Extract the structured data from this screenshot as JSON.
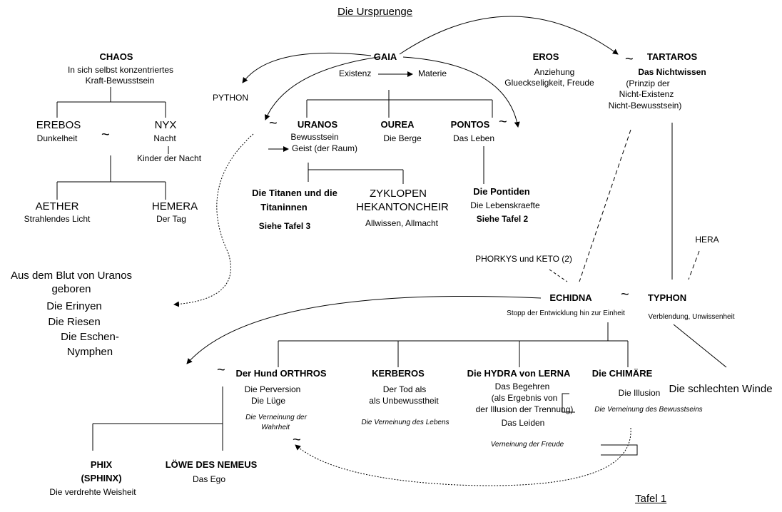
{
  "title": "Die Urspruenge",
  "footer": "Tafel 1",
  "tilde": "~",
  "chaos": {
    "name": "CHAOS",
    "desc1": "In sich selbst konzentriertes",
    "desc2": "Kraft-Bewusstsein"
  },
  "erebos": {
    "name": "EREBOS",
    "desc": "Dunkelheit"
  },
  "nyx": {
    "name": "NYX",
    "desc": "Nacht",
    "children": "Kinder der Nacht"
  },
  "aether": {
    "name": "AETHER",
    "desc": "Strahlendes Licht"
  },
  "hemera": {
    "name": "HEMERA",
    "desc": "Der Tag"
  },
  "gaia": {
    "name": "GAIA",
    "existenz": "Existenz",
    "materie": "Materie"
  },
  "python": "PYTHON",
  "eros": {
    "name": "EROS",
    "desc1": "Anziehung",
    "desc2": "Glueckseligkeit, Freude"
  },
  "tartaros": {
    "name": "TARTAROS",
    "desc1": "Das Nichtwissen",
    "desc2": "(Prinzip der",
    "desc3": "Nicht-Existenz",
    "desc4": "Nicht-Bewusstsein)"
  },
  "uranos": {
    "name": "URANOS",
    "desc1": "Bewusstsein",
    "desc2": "Geist (der Raum)"
  },
  "ourea": {
    "name": "OUREA",
    "desc": "Die Berge"
  },
  "pontos": {
    "name": "PONTOS",
    "desc": "Das Leben"
  },
  "titanen": {
    "line1": "Die Titanen und die",
    "line2": "Titaninnen",
    "ref": "Siehe Tafel 3"
  },
  "zyklopen": {
    "line1": "ZYKLOPEN",
    "line2": "HEKANTONCHEIR",
    "desc": "Allwissen, Allmacht"
  },
  "pontiden": {
    "name": "Die Pontiden",
    "desc": "Die Lebenskraefte",
    "ref": "Siehe Tafel  2"
  },
  "blut": {
    "line1": "Aus dem Blut von Uranos",
    "line2": "geboren",
    "line3": "Die Erinyen",
    "line4": "Die Riesen",
    "line5": "Die Eschen-",
    "line6": "Nymphen"
  },
  "phorkys": "PHORKYS und KETO (2)",
  "hera": "HERA",
  "echidna": {
    "name": "ECHIDNA",
    "desc": "Stopp der Entwicklung hin zur Einheit"
  },
  "typhon": {
    "name": "TYPHON",
    "desc": "Verblendung, Unwissenheit"
  },
  "winde": "Die schlechten Winde",
  "orthros": {
    "name": "Der Hund ORTHROS",
    "desc1": "Die Perversion",
    "desc2": "Die Lüge",
    "note1": "Die Verneinung der",
    "note2": "Wahrheit"
  },
  "kerberos": {
    "name": "KERBEROS",
    "desc1": "Der Tod als",
    "desc2": "als Unbewusstheit",
    "note": "Die Verneinung des Lebens"
  },
  "hydra": {
    "name": "Die HYDRA von LERNA",
    "desc1": "Das Begehren",
    "desc2": "(als Ergebnis von",
    "desc3": "der Illusion der Trennung)",
    "desc4": "Das Leiden",
    "note": "Verneinung der Freude"
  },
  "chimaere": {
    "name": "Die CHIMÄRE",
    "desc": "Die Illusion",
    "note": "Die Verneinung des Bewusstseins"
  },
  "phix": {
    "line1": "PHIX",
    "line2": "(SPHINX)",
    "desc": "Die verdrehte Weisheit"
  },
  "loewe": {
    "name": "LÖWE  DES NEMEUS",
    "desc": "Das Ego"
  }
}
